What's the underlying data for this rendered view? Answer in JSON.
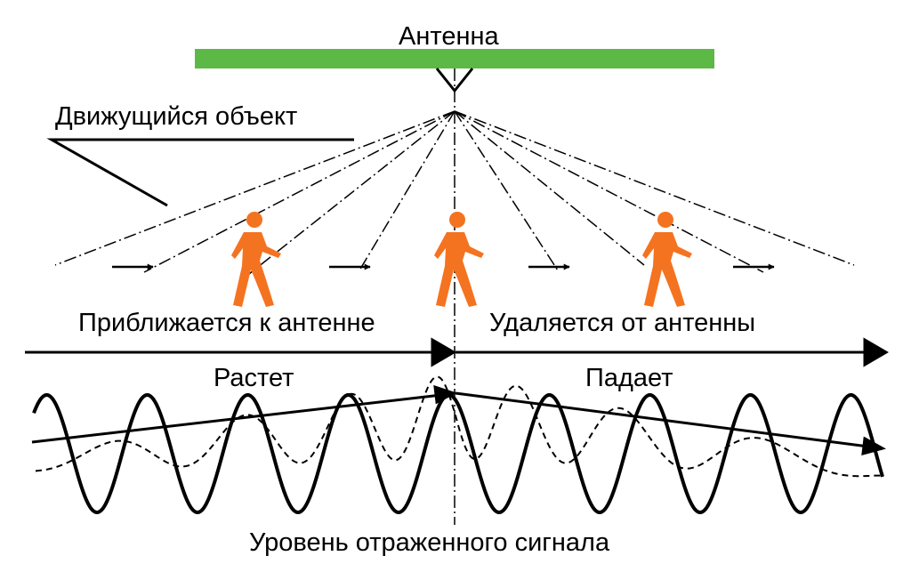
{
  "labels": {
    "antenna": "Антенна",
    "moving_object": "Движущийся объект",
    "approaching": "Приближается к антенне",
    "receding": "Удаляется от антенны",
    "rising": "Растет",
    "falling": "Падает",
    "signal_level": "Уровень отраженного сигнала"
  },
  "colors": {
    "antenna": "#5cb946",
    "person": "#f47321",
    "line": "#000000"
  },
  "icons": {
    "person": "walking-person-icon"
  }
}
